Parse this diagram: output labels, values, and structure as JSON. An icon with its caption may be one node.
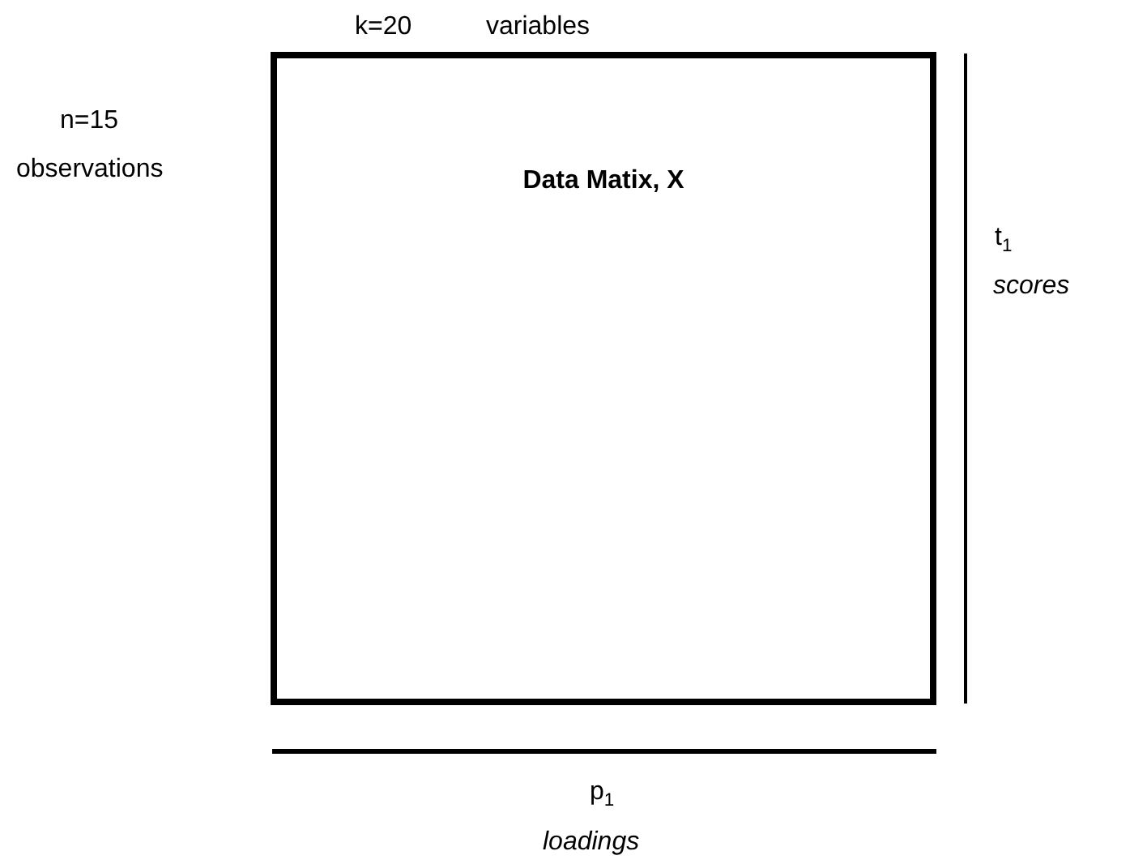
{
  "diagram": {
    "nodes": [
      {
        "text": [
          "Data Matix, X"
        ]
      },
      {
        "text": [],
        "shape": "bar",
        "beside": [
          "t$_{1}$",
          "scores"
        ]
      },
      {
        "text": [],
        "shape": "bar",
        "beside": [
          "p$_{1}$",
          "loadings"
        ]
      }
    ],
    "labels": [
      "k=20",
      "variables",
      "n=15",
      "observations"
    ]
  }
}
